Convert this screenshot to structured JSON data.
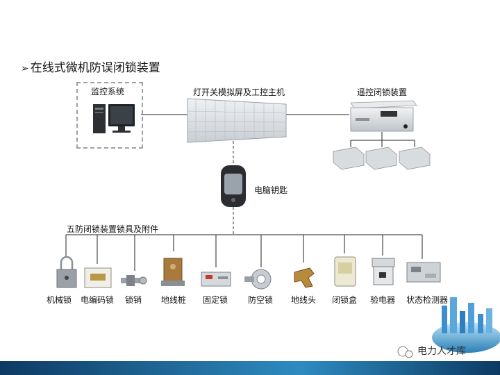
{
  "title": {
    "arrow": "➢",
    "text": "在线式微机防误闭锁装置"
  },
  "nodes": {
    "monitor": "监控系统",
    "panel": "灯开关模拟屏及工控主机",
    "remote": "遥控闭锁装置",
    "key": "电脑钥匙",
    "locks_group": "五防闭锁装置锁具及附件"
  },
  "locks": [
    "机械锁",
    "电编码锁",
    "锁销",
    "地线桩",
    "固定锁",
    "防空锁",
    "地线头",
    "闭锁盒",
    "验电器",
    "状态检测器"
  ],
  "watermark": "电力人才库",
  "colors": {
    "line": "#222222",
    "dash": "#555555",
    "footer_a": "#0d3a63",
    "footer_b": "#2e8bc0"
  }
}
